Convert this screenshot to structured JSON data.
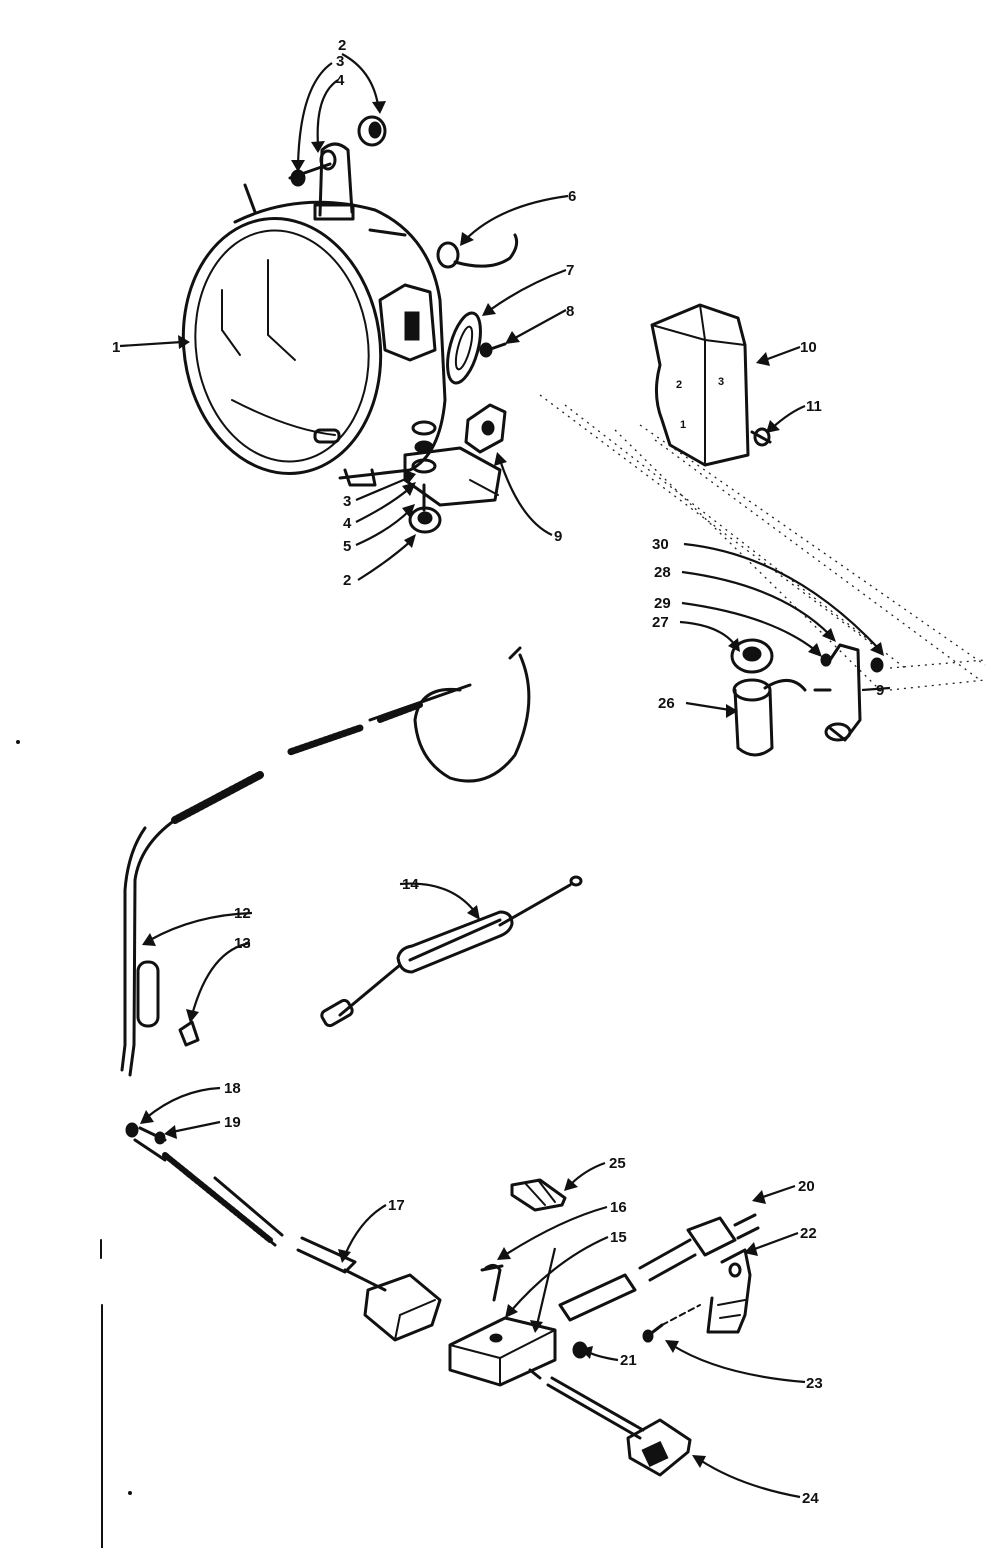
{
  "callouts": [
    {
      "id": "c1",
      "text": "1"
    },
    {
      "id": "c2a",
      "text": "2"
    },
    {
      "id": "c3a",
      "text": "3"
    },
    {
      "id": "c4a",
      "text": "4"
    },
    {
      "id": "c6",
      "text": "6"
    },
    {
      "id": "c7",
      "text": "7"
    },
    {
      "id": "c8",
      "text": "8"
    },
    {
      "id": "c10",
      "text": "10"
    },
    {
      "id": "c11",
      "text": "11"
    },
    {
      "id": "c3b",
      "text": "3"
    },
    {
      "id": "c4b",
      "text": "4"
    },
    {
      "id": "c5",
      "text": "5"
    },
    {
      "id": "c2b",
      "text": "2"
    },
    {
      "id": "c9a",
      "text": "9"
    },
    {
      "id": "c30",
      "text": "30"
    },
    {
      "id": "c28",
      "text": "28"
    },
    {
      "id": "c29",
      "text": "29"
    },
    {
      "id": "c27",
      "text": "27"
    },
    {
      "id": "c26",
      "text": "26"
    },
    {
      "id": "c9b",
      "text": "9"
    },
    {
      "id": "c12",
      "text": "12"
    },
    {
      "id": "c13",
      "text": "13"
    },
    {
      "id": "c14",
      "text": "14"
    },
    {
      "id": "c18",
      "text": "18"
    },
    {
      "id": "c19",
      "text": "19"
    },
    {
      "id": "c17",
      "text": "17"
    },
    {
      "id": "c25",
      "text": "25"
    },
    {
      "id": "c16",
      "text": "16"
    },
    {
      "id": "c15",
      "text": "15"
    },
    {
      "id": "c20",
      "text": "20"
    },
    {
      "id": "c22",
      "text": "22"
    },
    {
      "id": "c21",
      "text": "21"
    },
    {
      "id": "c23",
      "text": "23"
    },
    {
      "id": "c24",
      "text": "24"
    }
  ]
}
